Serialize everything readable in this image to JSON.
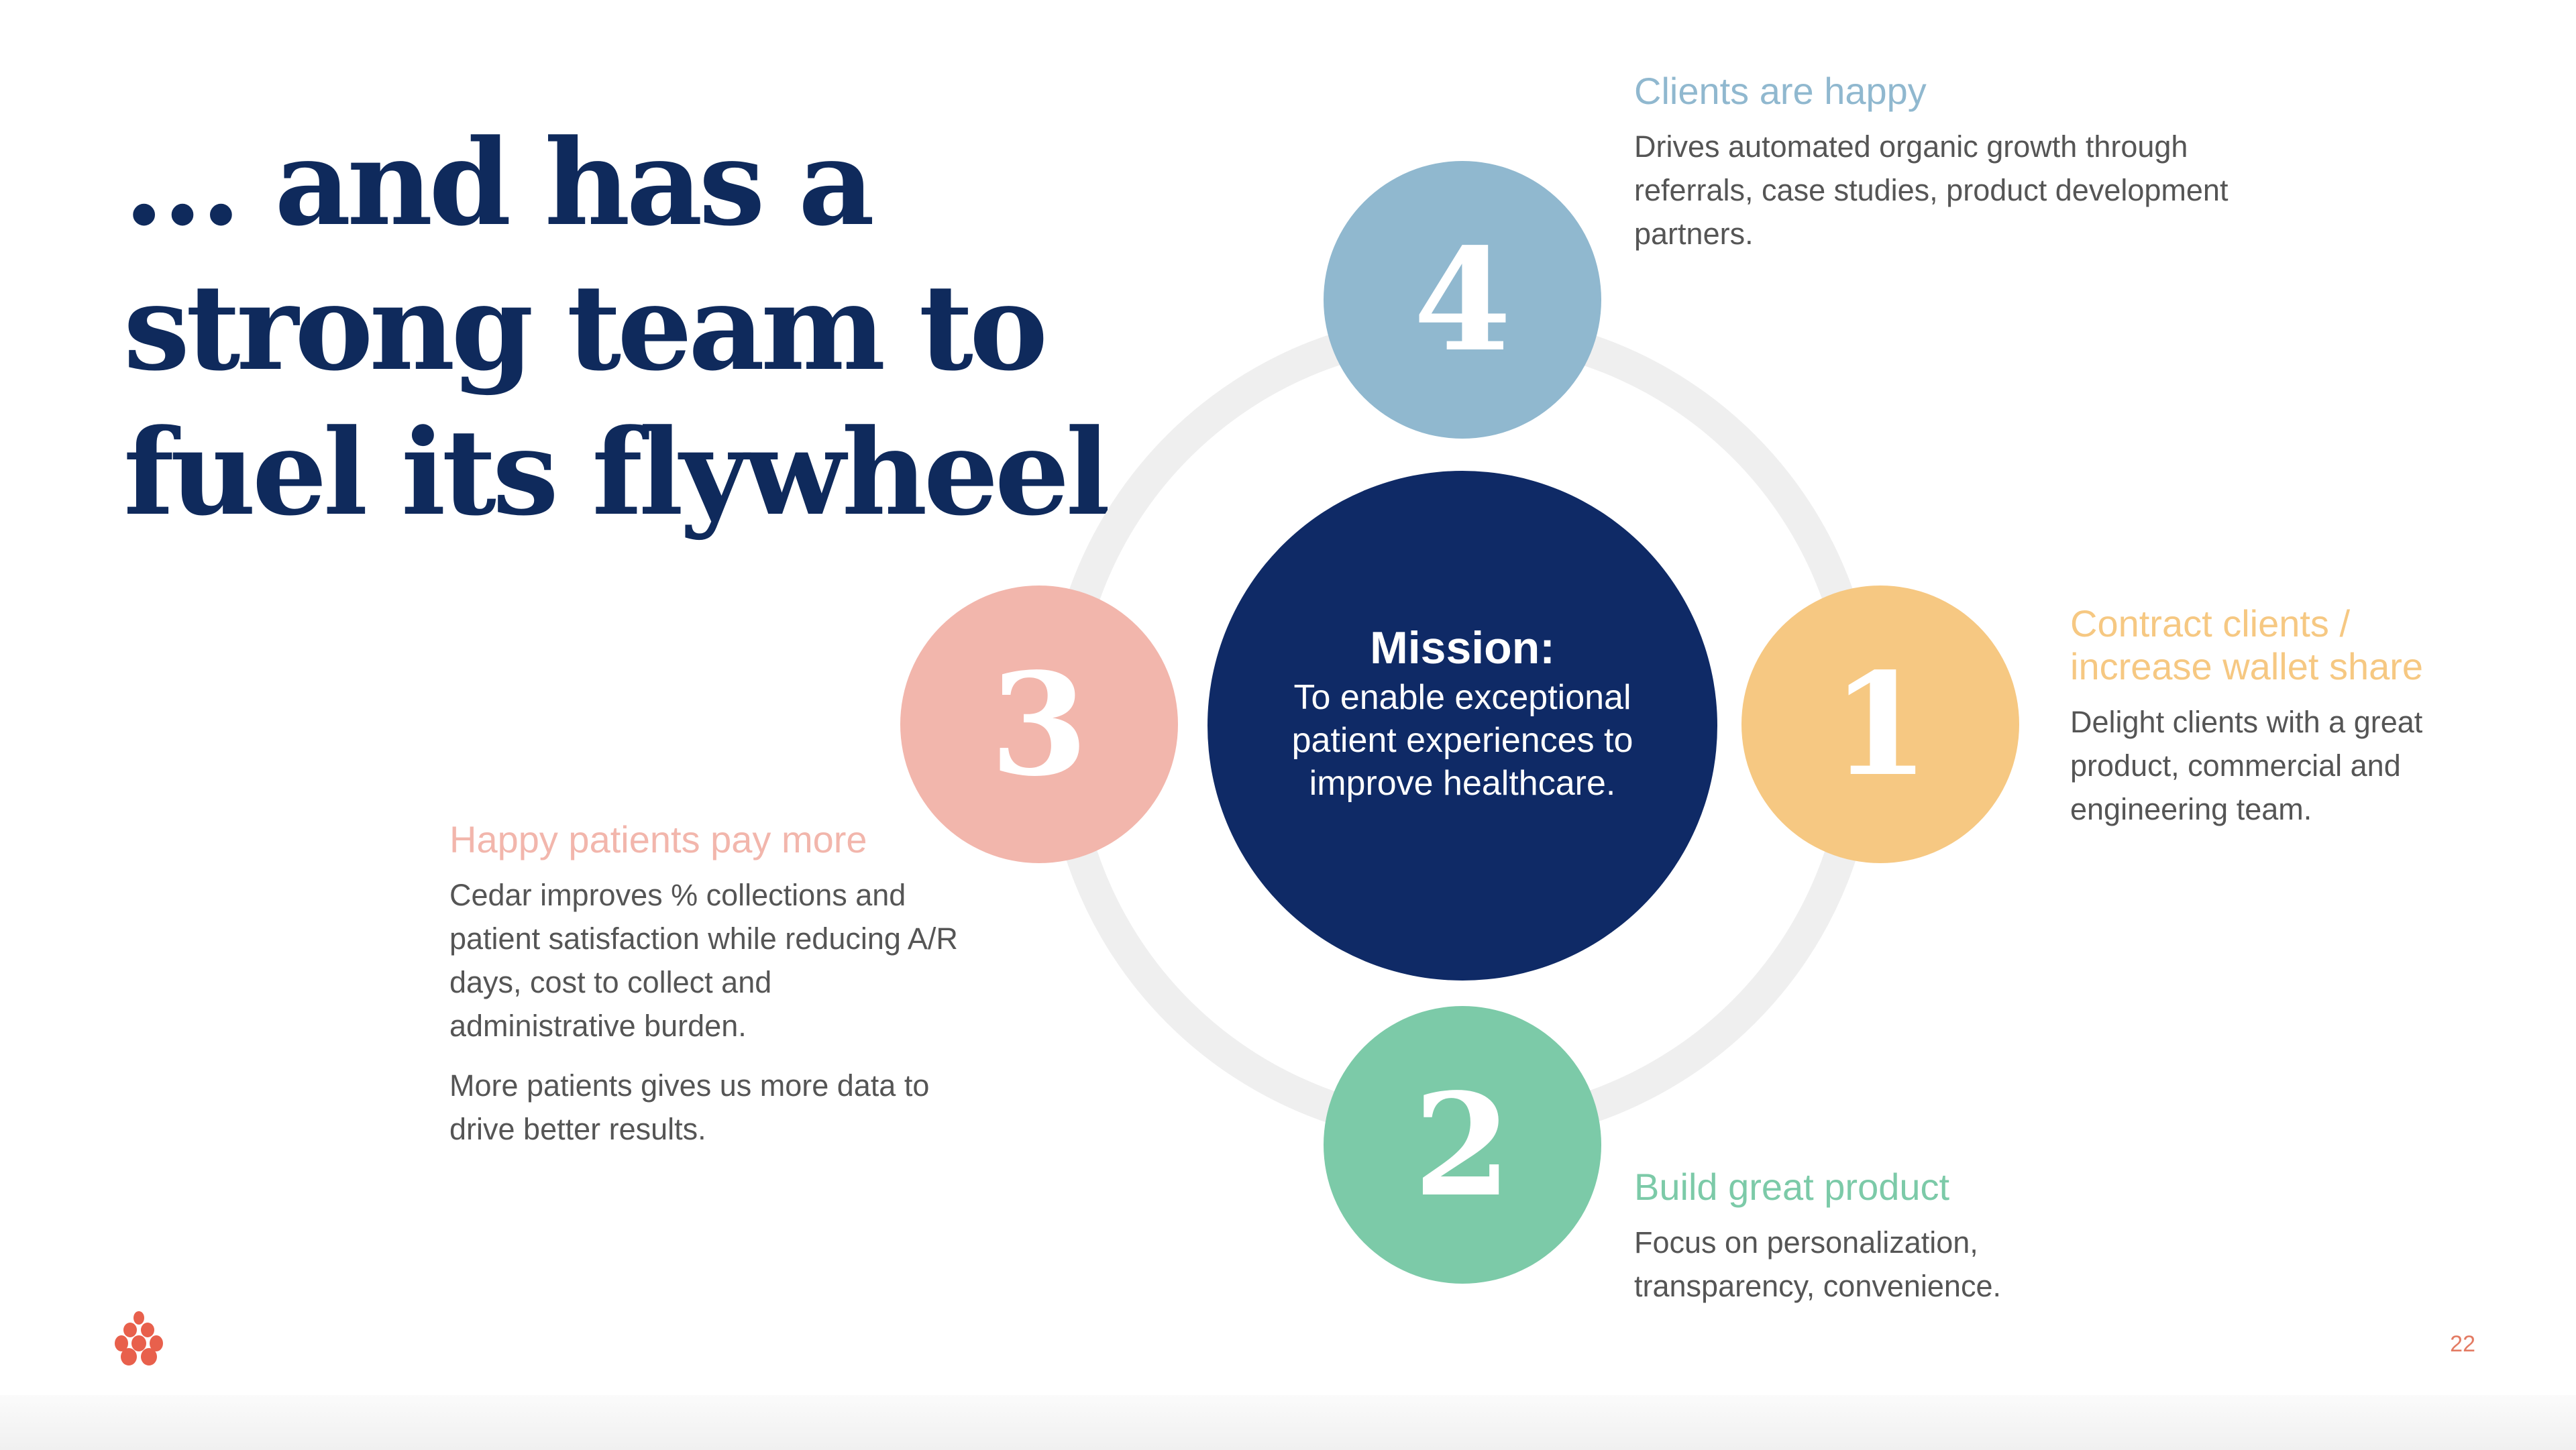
{
  "headline": {
    "line1": "… and has a",
    "line2": "strong team to",
    "line3": "fuel its flywheel"
  },
  "mission": {
    "title": "Mission:",
    "text": "To enable exceptional patient experiences to improve healthcare."
  },
  "steps": [
    {
      "number": "1",
      "title": "Contract clients / increase wallet share",
      "text": "Delight clients with a great product, commercial and engineering team.",
      "color": "#f6c882"
    },
    {
      "number": "2",
      "title": "Build great product",
      "text": "Focus on personalization, transparency, convenience.",
      "color": "#7ccaa8"
    },
    {
      "number": "3",
      "title": "Happy patients pay more",
      "text": "Cedar improves % collections and patient satisfaction while reducing A/R days, cost to collect and administrative burden.",
      "text2": "More patients gives us more data to drive better results.",
      "color": "#f2b6ac"
    },
    {
      "number": "4",
      "title": "Clients are happy",
      "text": "Drives automated organic growth through referrals, case studies, product development partners.",
      "color": "#90b8cf"
    }
  ],
  "colors": {
    "navy": "#0f2a66",
    "ring": "#efefef",
    "logo": "#e8604c"
  },
  "logo": {
    "icon": "pinecone-icon"
  },
  "page_number": "22"
}
